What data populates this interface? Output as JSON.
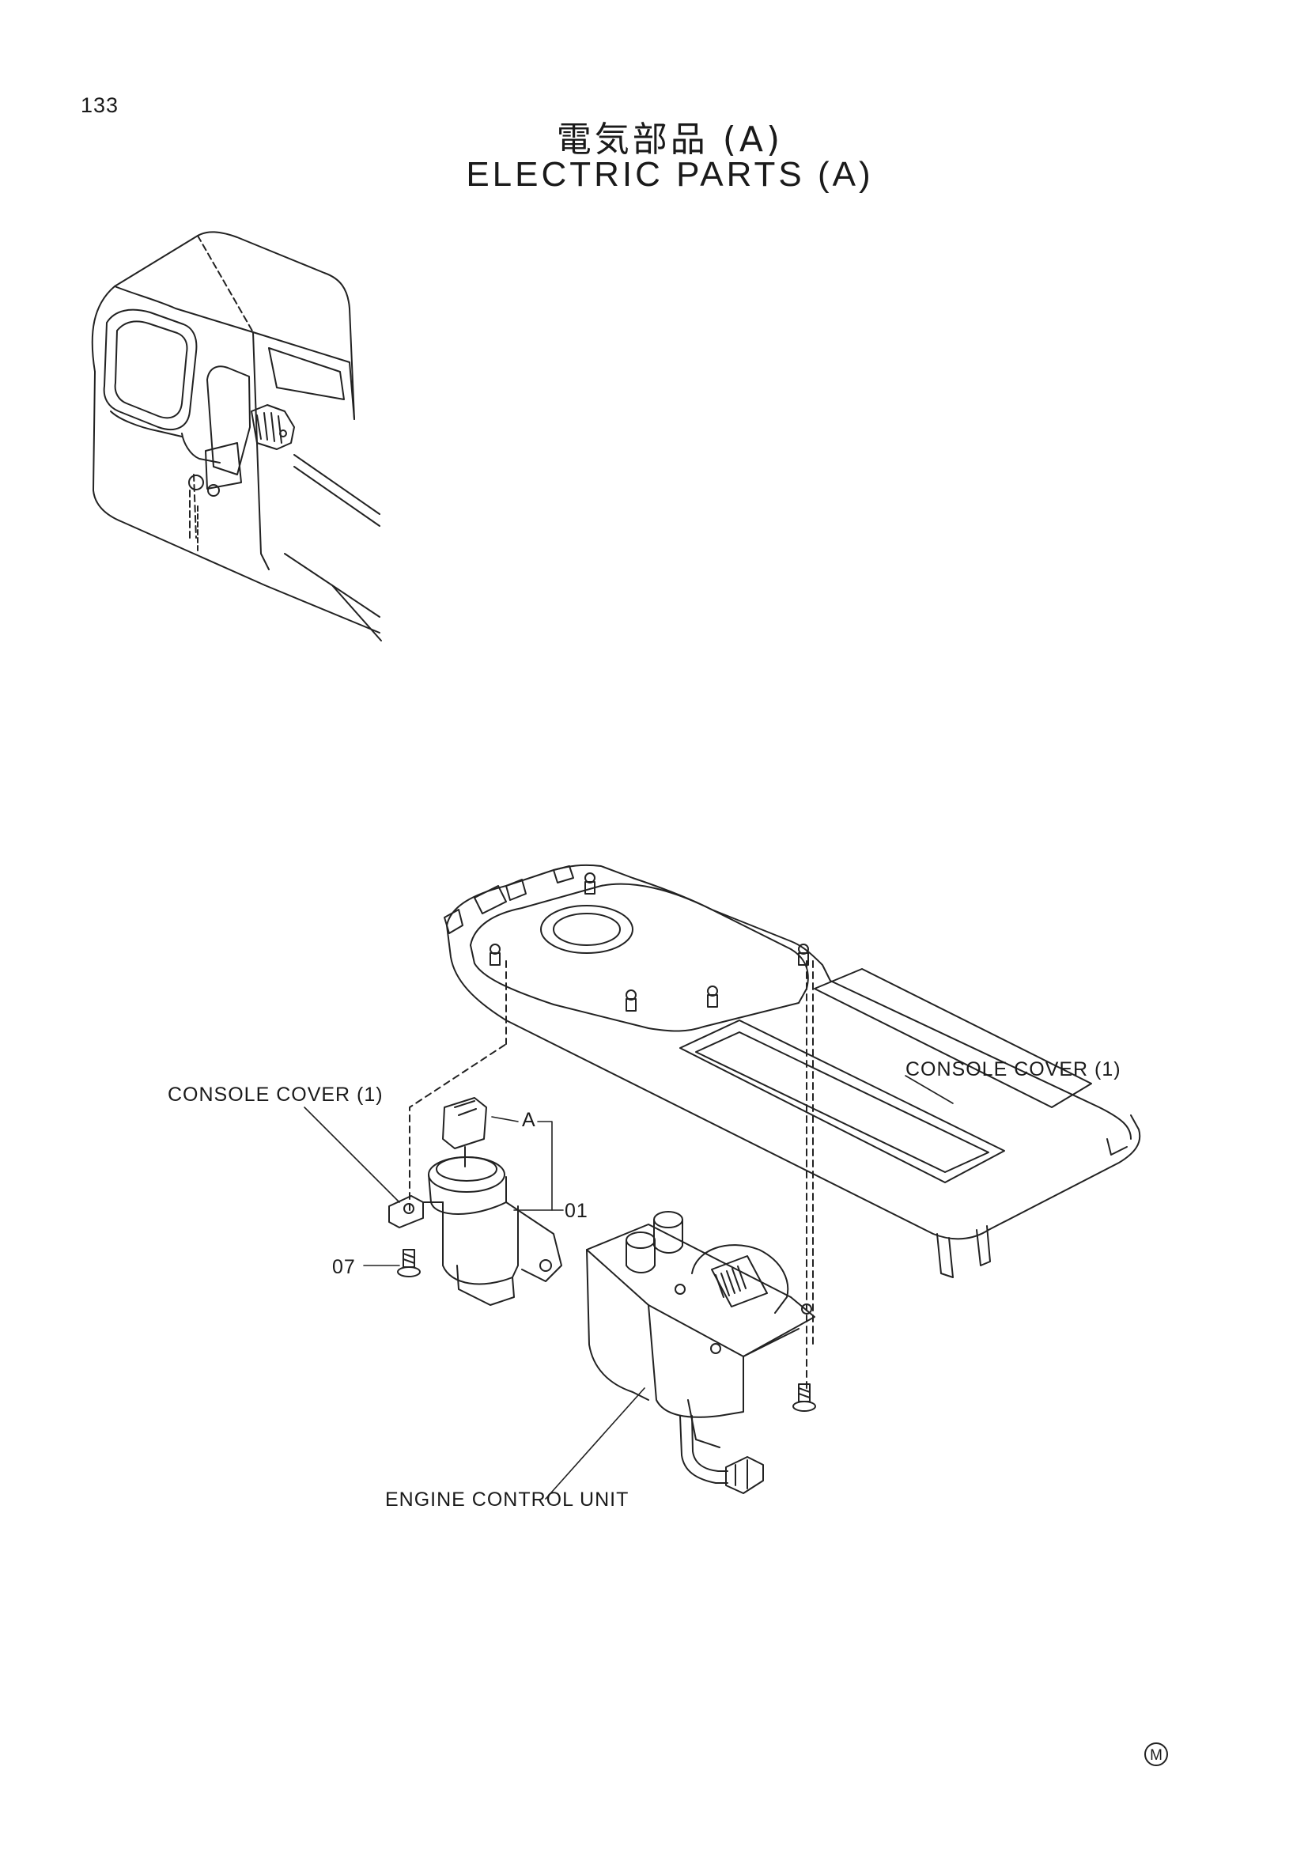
{
  "page_number": "133",
  "title_jp": "電気部品 (A)",
  "title_en": "ELECTRIC PARTS (A)",
  "callouts": {
    "console_cover_left": "CONSOLE COVER (1)",
    "console_cover_right": "CONSOLE COVER (1)",
    "engine_control_unit": "ENGINE CONTROL UNIT",
    "assembly_a": "A",
    "part_01": "01",
    "part_07": "07"
  },
  "mark": "M"
}
